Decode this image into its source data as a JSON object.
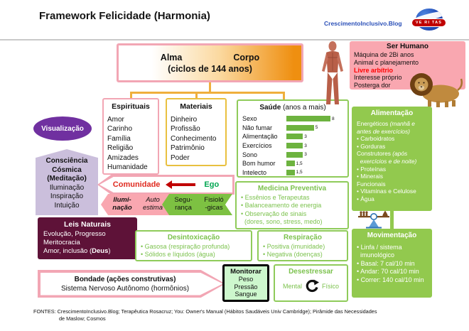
{
  "header": {
    "title": "Framework Felicidade (Harmonia)",
    "brand": "CrescimentoInclusivo.Blog",
    "logo_text": "VE RI TAS"
  },
  "alma": {
    "left": "Alma",
    "right": "Corpo",
    "subtitle": "(ciclos de 144 anos)"
  },
  "espirituais": {
    "title": "Espirituais",
    "items": [
      "Amor",
      "Carinho",
      "Família",
      "Religião",
      "Amizades",
      "Humanidade"
    ]
  },
  "materiais": {
    "title": "Materiais",
    "items": [
      "Dinheiro",
      "Profissão",
      "Conhecimento",
      "Patrimônio",
      "Poder"
    ]
  },
  "chart_data": {
    "type": "bar",
    "orientation": "horizontal",
    "title": "Saúde (anos a mais)",
    "title_bold": "Saúde",
    "title_rest": " (anos a mais)",
    "categories": [
      "Sexo",
      "Não fumar",
      "Alimentação",
      "Exercícios",
      "Sono",
      "Bom humor",
      "Intelecto"
    ],
    "values": [
      8,
      5,
      3,
      3,
      3,
      1.5,
      1.5
    ],
    "value_labels": [
      "8",
      "5",
      "3",
      "3",
      "3",
      "1,5",
      "1,5"
    ],
    "xlim": [
      0,
      8
    ],
    "bar_color": "#6DB33F",
    "grid": false,
    "legend": false
  },
  "ser_humano": {
    "title": "Ser Humano",
    "lines": [
      "Máquina de 2Bi anos",
      "Animal c planejamento",
      [
        {
          "t": "Livre arbítrio",
          "b": 1,
          "c": "#FF0000"
        }
      ],
      "Interesse próprio",
      "Posterga dor"
    ]
  },
  "alimentacao": {
    "title": "Alimentação",
    "lines": [
      [
        {
          "t": "Energéticos "
        },
        {
          "t": "(manhã e",
          "i": 1
        }
      ],
      [
        {
          "t": "antes de exercícios)",
          "i": 1
        }
      ],
      "• Carboidratos",
      "• Gorduras",
      [
        {
          "t": "Construtores "
        },
        {
          "t": "(após",
          "i": 1
        }
      ],
      [
        {
          "t": "  exercícios e de noite)",
          "i": 1
        }
      ],
      "• Proteínas",
      "• Minerais",
      "Funcionais",
      "• Vitaminas e Celulose",
      "• Água"
    ]
  },
  "movimentacao": {
    "title": "Movimentação",
    "lines": [
      "• Linfa / sistema",
      "  imunológico",
      "• Basal: 7 cal/10 min",
      "• Andar: 70 cal/10 min",
      "• Correr: 140 cal/10 min"
    ]
  },
  "visualizacao": {
    "label": "Visualização"
  },
  "consciencia": {
    "lines": [
      [
        {
          "t": "Consciência",
          "b": 1
        }
      ],
      [
        {
          "t": "Cósmica",
          "b": 1
        }
      ],
      [
        {
          "t": "(Meditação)",
          "b": 1
        }
      ],
      "Iluminação",
      "Inspiração",
      "Intuição"
    ]
  },
  "comunidade_ego": {
    "left": "Comunidade",
    "right": "Ego"
  },
  "maslow_chevrons": [
    {
      "line1": "Ilumi-",
      "line2": "nação"
    },
    {
      "line1": "Auto",
      "line2": "estima"
    },
    {
      "line1": "Segu-",
      "line2": "rança"
    },
    {
      "line1": "Fisioló",
      "line2": "-gicas"
    }
  ],
  "leis": {
    "title": "Leis Naturais",
    "lines": [
      "Evolução, Progresso",
      "Meritocracia",
      [
        {
          "t": "Amor, inclusão ("
        },
        {
          "t": "Deus",
          "b": 1
        },
        {
          "t": ")"
        }
      ]
    ]
  },
  "medicina": {
    "title": "Medicina Preventiva",
    "lines": [
      "• Essênios e Terapeutas",
      "• Balanceamento de energia",
      "• Observação de sinais",
      "  (dores, sono, stress, medo)"
    ]
  },
  "desintoxicacao": {
    "title": "Desintoxicação",
    "lines": [
      "• Gasosa (respiração profunda)",
      "• Sólidos e líquidos (água)"
    ]
  },
  "respiracao": {
    "title": "Respiração",
    "lines": [
      "• Positiva (imunidade)",
      "• Negativa (doenças)"
    ]
  },
  "bondade": {
    "line1": "Bondade (ações construtivas)",
    "line2": "Sistema Nervoso Autônomo (hormônios)"
  },
  "monitorar": {
    "title": "Monitorar",
    "lines": [
      "Peso",
      "Pressão",
      "Sangue"
    ]
  },
  "desestressar": {
    "title": "Desestressar",
    "left": "Mental",
    "right": "Físico"
  },
  "icons": {
    "cycle_arrow": "↻",
    "logo": "veritas-globe",
    "human": "human-anatomy-figure",
    "lion": "lion-figure",
    "balance": "balance-scale"
  },
  "fontes": {
    "line1": "FONTES: CrescimentoInclusivo.Blog; Terapêutica Rosacruz; You: Owner's Manual (Hábitos Saudáveis Univ Cambridge); Pirâmide das Necessidades",
    "line2": "de Maslow; Cosmos"
  },
  "colors": {
    "pink": "#F9A7B0",
    "pink-border": "#F2A6B4",
    "gold": "#EFAF3C",
    "gold-border": "#E9C03F",
    "green-border": "#8FCB5A",
    "green-text": "#7CC24E",
    "green-bg": "#92C94E",
    "bar-green": "#6DB33F",
    "purple": "#7030A0",
    "lavender": "#CBBFDC",
    "maroon": "#5E1238",
    "mint": "#CDF7CD",
    "red": "#FF0000",
    "ego-green": "#00A651",
    "com-red": "#E02B20",
    "brand-blue": "#2B50B8"
  }
}
